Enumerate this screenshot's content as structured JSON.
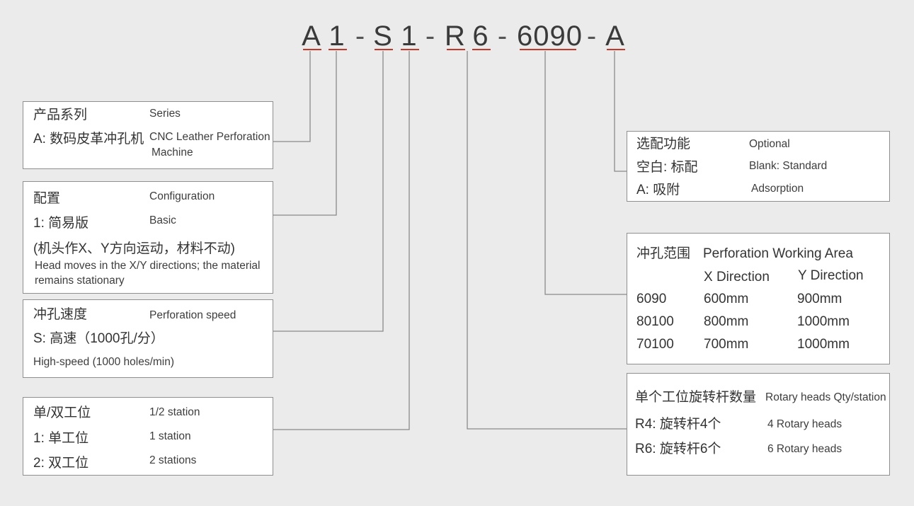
{
  "code": {
    "parts": [
      "A",
      "1",
      "-",
      "S",
      "1",
      "-",
      "R",
      "6",
      "-",
      "6090",
      "-",
      "A"
    ],
    "underline_color": "#c0392b"
  },
  "series": {
    "title_zh": "产品系列",
    "title_en": "Series",
    "item_zh": "A: 数码皮革冲孔机",
    "item_en_1": "CNC Leather Perforation",
    "item_en_2": "Machine"
  },
  "config": {
    "title_zh": "配置",
    "title_en": "Configuration",
    "item_zh": "1: 简易版",
    "item_en": "Basic",
    "note_zh": "(机头作X、Y方向运动，材料不动)",
    "note_en_1": "Head moves in the X/Y directions; the material",
    "note_en_2": "remains stationary"
  },
  "speed": {
    "title_zh": "冲孔速度",
    "title_en": "Perforation speed",
    "item_zh": "S: 高速（1000孔/分）",
    "item_en": "High-speed (1000 holes/min)"
  },
  "station": {
    "title_zh": "单/双工位",
    "title_en": "1/2 station",
    "rows": [
      {
        "zh": "1: 单工位",
        "en": "1 station"
      },
      {
        "zh": "2: 双工位",
        "en": "2 stations"
      }
    ]
  },
  "optional": {
    "title_zh": "选配功能",
    "title_en": "Optional",
    "rows": [
      {
        "zh": "空白: 标配",
        "en": "Blank: Standard"
      },
      {
        "zh": "A: 吸附",
        "en": "Adsorption"
      }
    ]
  },
  "area": {
    "title_zh": "冲孔范围",
    "title_en": "Perforation  Working Area",
    "col_x": "X Direction",
    "col_y": "Y Direction",
    "rows": [
      {
        "code": "6090",
        "x": "600mm",
        "y": "900mm"
      },
      {
        "code": "80100",
        "x": "800mm",
        "y": "1000mm"
      },
      {
        "code": "70100",
        "x": "700mm",
        "y": "1000mm"
      }
    ]
  },
  "rotary": {
    "title_zh": "单个工位旋转杆数量",
    "title_en": "Rotary heads Qty/station",
    "rows": [
      {
        "zh": "R4: 旋转杆4个",
        "en": "4 Rotary heads"
      },
      {
        "zh": "R6: 旋转杆6个",
        "en": "6 Rotary heads"
      }
    ]
  },
  "colors": {
    "background": "#ebebeb",
    "box_border": "#8f8f8f",
    "connector": "#8a8a8a",
    "accent": "#c0392b"
  }
}
